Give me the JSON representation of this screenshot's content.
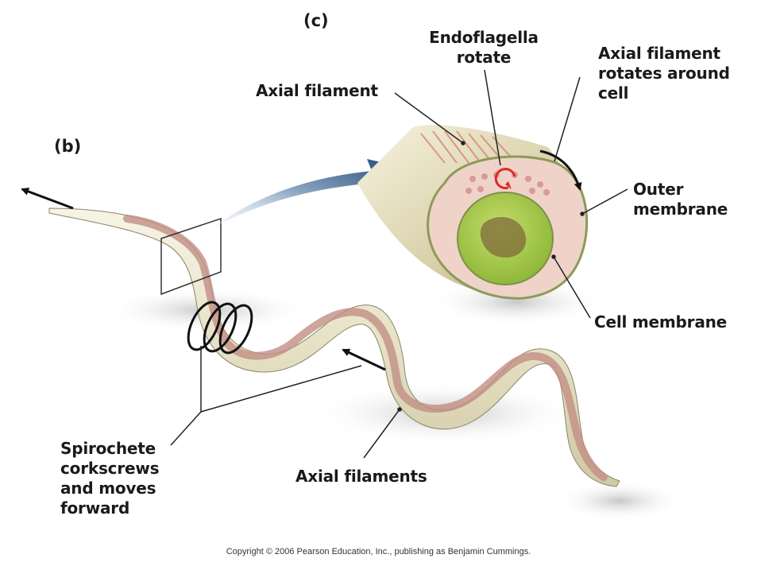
{
  "figure": {
    "panels": {
      "b": "(b)",
      "c": "(c)"
    },
    "labels": {
      "axial_filament": "Axial filament",
      "endoflagella_rotate": "Endoflagella\nrotate",
      "axial_filament_rotates": "Axial filament\nrotates around\ncell",
      "outer_membrane": "Outer\nmembrane",
      "cell_membrane": "Cell membrane",
      "spirochete_corkscrews": "Spirochete\ncorkscrews\nand moves\nforward",
      "axial_filaments": "Axial filaments"
    },
    "copyright": "Copyright © 2006 Pearson Education, Inc., publishing as Benjamin Cummings.",
    "colors": {
      "body_cream": "#ece8d2",
      "filament_pink": "#c99a8e",
      "outer_membrane_pink": "#efd3c8",
      "cytoplasm_green": "#a6c94a",
      "nucleoid_brown": "#7d6a3a",
      "zoom_arrow_blue": "#2d5684",
      "rotation_red": "#e0282a",
      "leader_line": "#222222"
    }
  }
}
